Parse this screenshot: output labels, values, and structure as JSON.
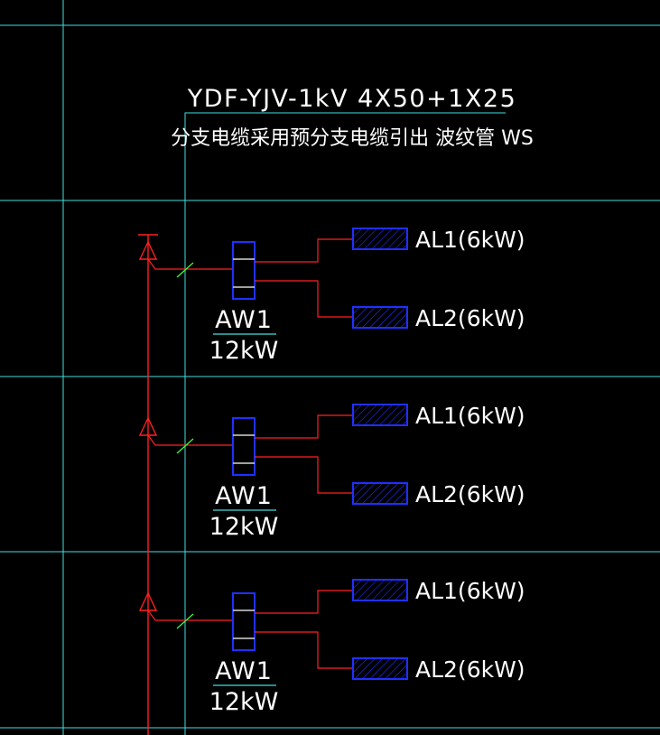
{
  "header": {
    "cable_spec": "YDF-YJV-1kV  4X50+1X25",
    "cable_note": "分支电缆采用预分支电缆引出  波纹管 WS"
  },
  "floors": [
    {
      "panel": "AW1",
      "power": "12kW",
      "loads": [
        "AL1(6kW)",
        "AL2(6kW)"
      ]
    },
    {
      "panel": "AW1",
      "power": "12kW",
      "loads": [
        "AL1(6kW)",
        "AL2(6kW)"
      ]
    },
    {
      "panel": "AW1",
      "power": "12kW",
      "loads": [
        "AL1(6kW)",
        "AL2(6kW)"
      ]
    }
  ],
  "colors": {
    "background": "#000000",
    "grid_lines": "#40e0e0",
    "riser": "#ff2020",
    "panel": "#2030ff",
    "hatch": "#2030ff",
    "text": "#ffffff",
    "breaker_tick": "#40ff40"
  }
}
